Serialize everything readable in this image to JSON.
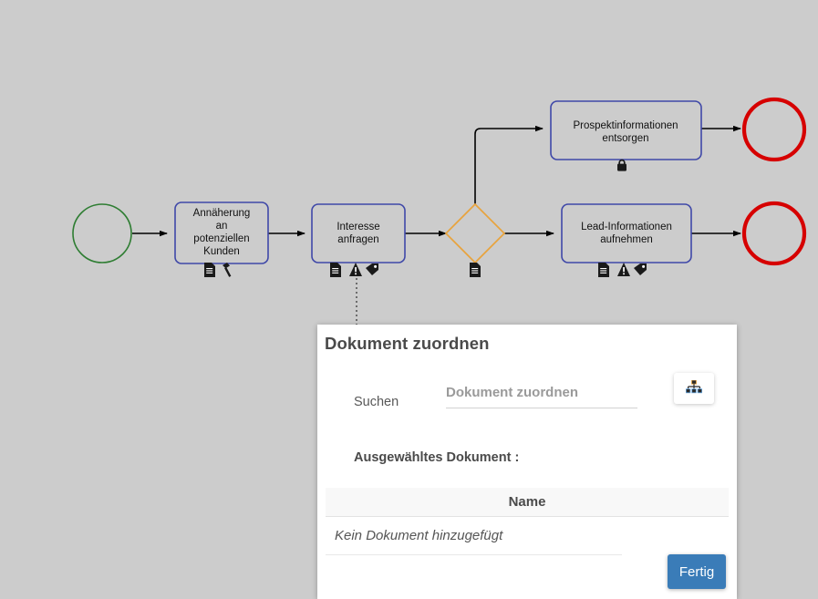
{
  "canvas": {
    "background_color": "#cccccc"
  },
  "diagram": {
    "type": "bpmn-process",
    "start_event": {
      "name": "start-event",
      "stroke_color": "#2e7d32"
    },
    "tasks": [
      {
        "id": "task-annaeherung",
        "label_lines": [
          "Annäherung",
          "an",
          "potenziellen",
          "Kunden"
        ],
        "markers": [
          "document-icon",
          "hammer-icon"
        ],
        "stroke_color": "#3f48a8"
      },
      {
        "id": "task-interesse",
        "label_lines": [
          "Interesse",
          "anfragen"
        ],
        "markers": [
          "document-icon",
          "warning-icon",
          "tag-icon"
        ],
        "stroke_color": "#3f48a8"
      },
      {
        "id": "task-prospekt",
        "label_lines": [
          "Prospektinformationen",
          "entsorgen"
        ],
        "markers": [
          "lock-icon"
        ],
        "stroke_color": "#3f48a8"
      },
      {
        "id": "task-lead",
        "label_lines": [
          "Lead-Informationen",
          "aufnehmen"
        ],
        "markers": [
          "document-icon",
          "warning-icon",
          "tag-icon"
        ],
        "stroke_color": "#3f48a8"
      }
    ],
    "gateway": {
      "id": "exclusive-gateway",
      "stroke_color": "#e8a33d",
      "markers": [
        "document-icon"
      ]
    },
    "end_events": [
      {
        "id": "end-event-top",
        "stroke_color": "#d60000"
      },
      {
        "id": "end-event-bottom",
        "stroke_color": "#d60000"
      }
    ]
  },
  "dialog": {
    "title": "Dokument zuordnen",
    "search": {
      "label": "Suchen",
      "value": "",
      "placeholder": "Dokument zuordnen"
    },
    "hierarchy_button": {
      "icon": "sitemap-icon",
      "tooltip": ""
    },
    "selected_label": "Ausgewähltes Dokument :",
    "table": {
      "columns": [
        "Name"
      ],
      "rows": [],
      "empty_text": "Kein Dokument hinzugefügt"
    },
    "primary_button": {
      "label": "Fertig",
      "color": "#3a7cb8"
    }
  }
}
